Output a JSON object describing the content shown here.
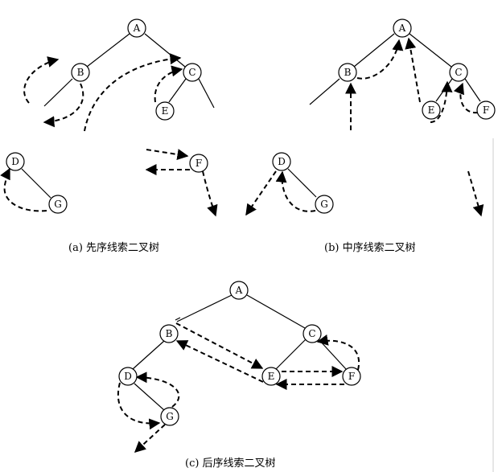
{
  "diagrams": [
    {
      "id": "a",
      "caption": "(a) 先序线索二叉树"
    },
    {
      "id": "b",
      "caption": "(b) 中序线索二叉树"
    },
    {
      "id": "c",
      "caption": "(c) 后序线索二叉树"
    }
  ],
  "node_labels": {
    "A": "A",
    "B": "B",
    "C": "C",
    "D": "D",
    "E": "E",
    "F": "F",
    "G": "G"
  }
}
